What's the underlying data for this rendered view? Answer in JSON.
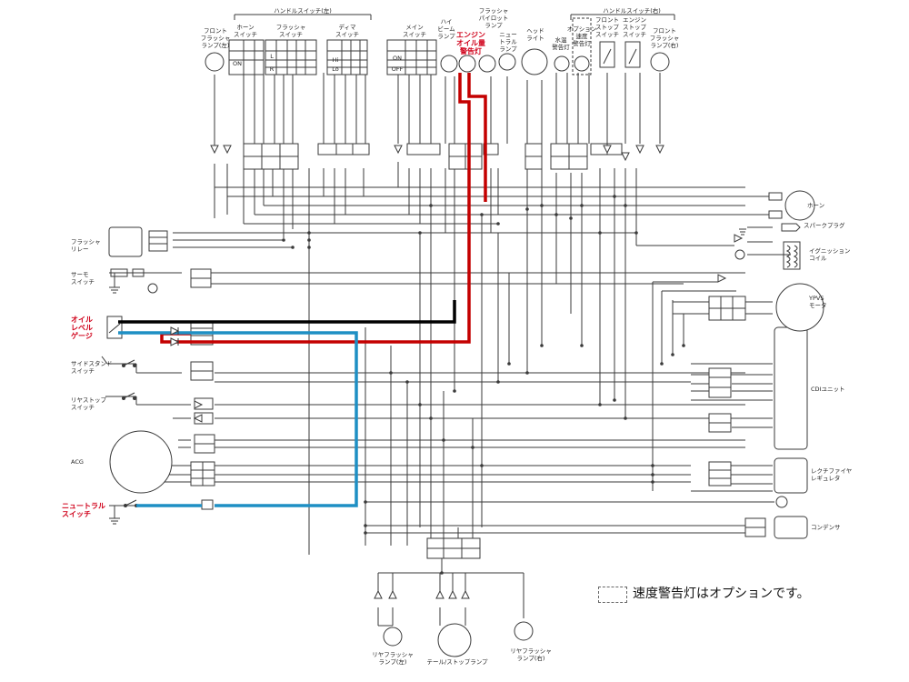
{
  "colors": {
    "wire": "#3a3a3a",
    "highlight_red": "#c40000",
    "highlight_blue": "#1e8fc4",
    "highlight_black": "#000000",
    "label_red": "#d0021b"
  },
  "top_labels": {
    "handle_switch_left": "ハンドルスイッチ(左)",
    "handle_switch_right": "ハンドルスイッチ(右)",
    "front_flasher_left": "フロント\nフラッシャ\nランプ(左)",
    "horn_switch": "ホーン\nスイッチ",
    "flasher_switch": "フラッシャ\nスイッチ",
    "dimmer_switch": "ディマ\nスイッチ",
    "main_switch": "メイン\nスイッチ",
    "high_beam_lamp": "ハイ\nビーム\nランプ",
    "engine_oil_warning": "エンジン\nオイル量\n警告灯",
    "flasher_pilot_lamp": "フラッシャ\nパイロット\nランプ",
    "neutral_lamp": "ニュー\nトラル\nランプ",
    "head_light": "ヘッド\nライト",
    "water_temp_warning": "水温\n警告灯",
    "option_speed_warning": "オプション\n速度\n警告灯",
    "front_stop_switch": "フロント\nストップ\nスイッチ",
    "engine_stop_switch": "エンジン\nストップ\nスイッチ",
    "front_flasher_right": "フロント\nフラッシャ\nランプ(右)"
  },
  "switch_text": {
    "horn_on": "ON",
    "flasher_l": "L",
    "flasher_r": "R",
    "dimmer_hi": "Hi",
    "dimmer_lo": "Lo",
    "main_on": "ON",
    "main_off": "OFF"
  },
  "left_components": {
    "flasher_relay": "フラッシャ\nリレー",
    "thermo_switch": "サーモ\nスイッチ",
    "oil_level_gauge": "オイル\nレベル\nゲージ",
    "side_stand_switch": "サイドスタンド\nスイッチ",
    "rear_stop_switch": "リヤストップ\nスイッチ",
    "acg": "ACG",
    "neutral_switch": "ニュートラル\nスイッチ"
  },
  "right_components": {
    "horn": "ホーン",
    "spark_plug": "スパークプラグ",
    "ignition_coil": "イグニッション\nコイル",
    "ypvs_motor": "YPVS\nモータ",
    "cdi_unit": "CDIユニット",
    "rectifier_regulator": "レクチファイヤ\nレギュレタ",
    "condenser": "コンデンサ"
  },
  "bottom_components": {
    "rear_flasher_left": "リヤフラッシャ\nランプ(左)",
    "tail_stop_lamp": "テール/ストップランプ",
    "rear_flasher_right": "リヤフラッシャ\nランプ(右)"
  },
  "note": "速度警告灯はオプションです。"
}
